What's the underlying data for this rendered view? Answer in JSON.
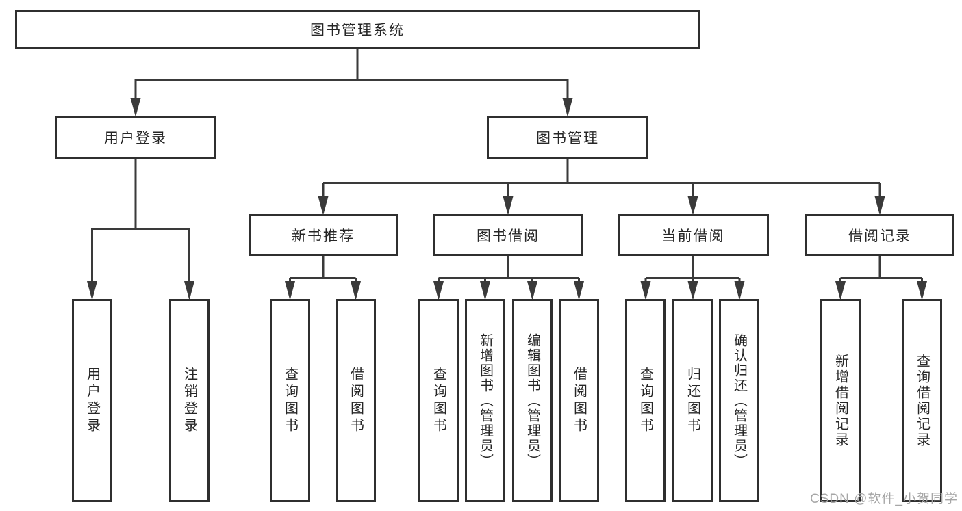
{
  "tree": {
    "label": "图书管理系统",
    "children": [
      {
        "label": "用户登录",
        "children": [
          {
            "label": "用户登录"
          },
          {
            "label": "注销登录"
          }
        ]
      },
      {
        "label": "图书管理",
        "children": [
          {
            "label": "新书推荐",
            "children": [
              {
                "label": "查询图书"
              },
              {
                "label": "借阅图书"
              }
            ]
          },
          {
            "label": "图书借阅",
            "children": [
              {
                "label": "查询图书"
              },
              {
                "label": "新增图书（管理员）"
              },
              {
                "label": "编辑图书（管理员）"
              },
              {
                "label": "借阅图书"
              }
            ]
          },
          {
            "label": "当前借阅",
            "children": [
              {
                "label": "查询图书"
              },
              {
                "label": "归还图书"
              },
              {
                "label": "确认归还（管理员）"
              }
            ]
          },
          {
            "label": "借阅记录",
            "children": [
              {
                "label": "新增借阅记录"
              },
              {
                "label": "查询借阅记录"
              }
            ]
          }
        ]
      }
    ]
  },
  "watermark": {
    "text": "CSDN @软件_小贺同学"
  },
  "colors": {
    "line": "#3a3a3a",
    "box_border": "#2f2f2f",
    "box_fill": "#ffffff",
    "text": "#262626",
    "watermark": "#a6a6a6",
    "background": "#ffffff"
  }
}
